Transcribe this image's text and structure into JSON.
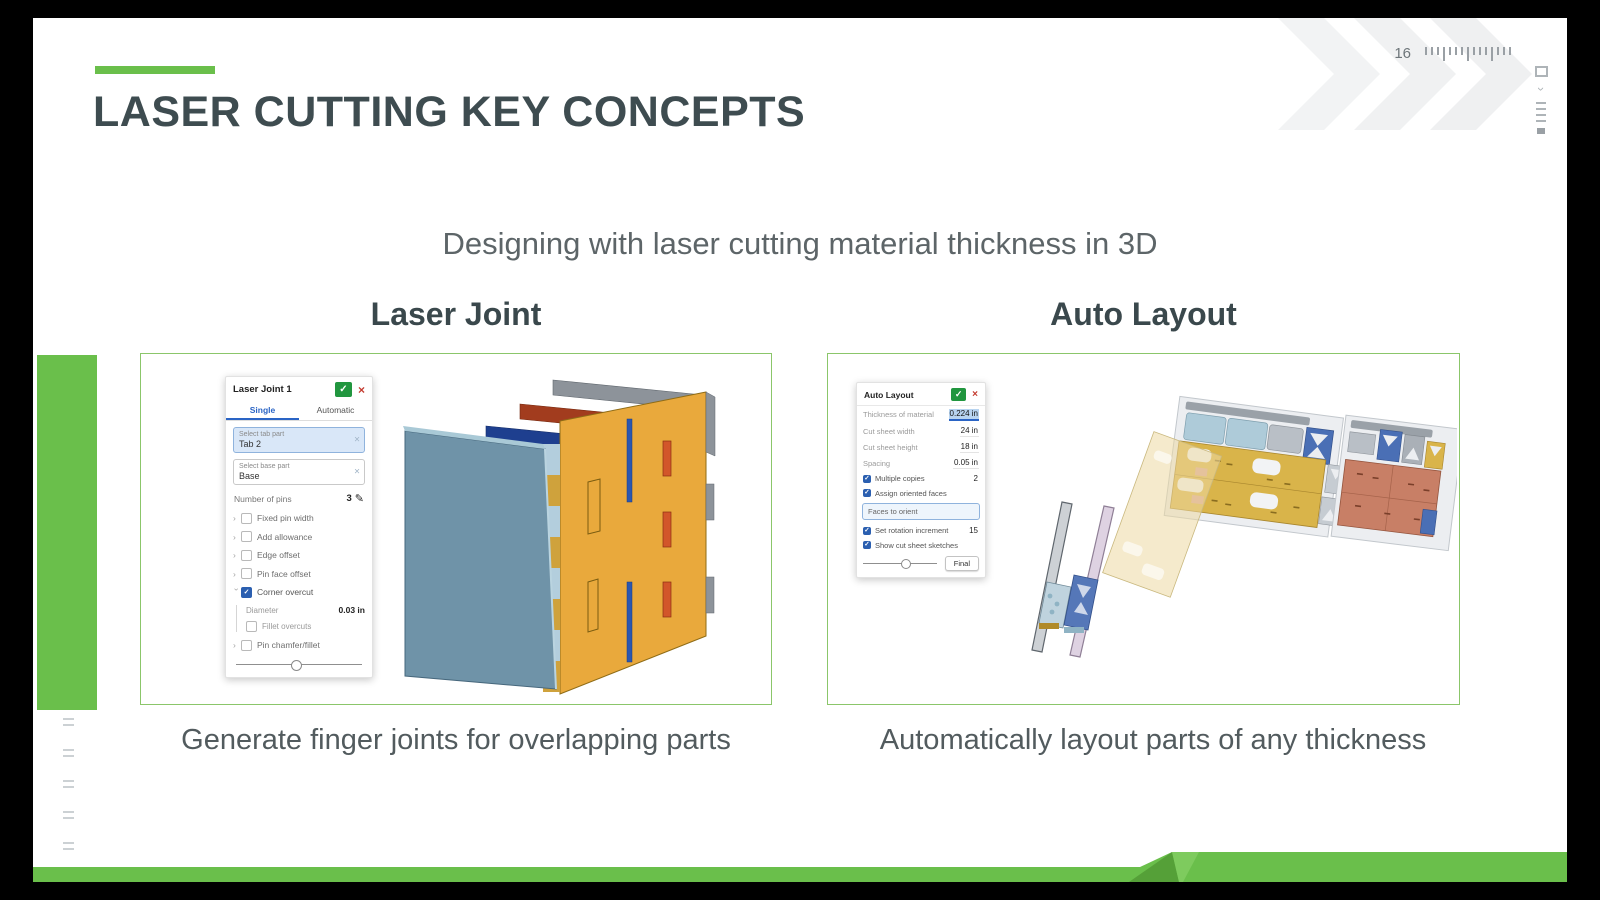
{
  "slide": {
    "page_number": "16",
    "title": "LASER CUTTING KEY CONCEPTS",
    "subtitle": "Designing with laser cutting material thickness in 3D"
  },
  "colors": {
    "accent_green": "#6abf4b",
    "accent_green_dark": "#55a038",
    "confirm_green": "#21963f",
    "cancel_red": "#c43a2f",
    "dialog_blue": "#2a64c5"
  },
  "icons": {
    "check": "✓",
    "close": "×",
    "clear": "×",
    "chevron_right": "›",
    "pencil": "✎"
  },
  "left_section": {
    "heading": "Laser Joint",
    "caption": "Generate finger joints for overlapping parts",
    "dialog": {
      "title": "Laser Joint 1",
      "tabs": [
        {
          "label": "Single"
        },
        {
          "label": "Automatic"
        }
      ],
      "tab_part": {
        "label": "Select tab part",
        "value": "Tab 2"
      },
      "base_part": {
        "label": "Select base part",
        "value": "Base"
      },
      "pins": {
        "label": "Number of pins",
        "value": "3"
      },
      "options": [
        {
          "label": "Fixed pin width",
          "checked": false
        },
        {
          "label": "Add allowance",
          "checked": false
        },
        {
          "label": "Edge offset",
          "checked": false
        },
        {
          "label": "Pin face offset",
          "checked": false
        },
        {
          "label": "Corner overcut",
          "checked": true
        }
      ],
      "corner_overcut": {
        "diameter_label": "Diameter",
        "diameter_value": "0.03 in",
        "fillet_label": "Fillet overcuts"
      },
      "chamfer_label": "Pin chamfer/fillet"
    }
  },
  "right_section": {
    "heading": "Auto Layout",
    "caption": "Automatically layout parts of any thickness",
    "dialog": {
      "title": "Auto Layout",
      "thickness": {
        "label": "Thickness of material",
        "value": "0.224 in"
      },
      "sheet_width": {
        "label": "Cut sheet width",
        "value": "24 in"
      },
      "sheet_height": {
        "label": "Cut sheet height",
        "value": "18 in"
      },
      "spacing": {
        "label": "Spacing",
        "value": "0.05 in"
      },
      "multiple_copies": {
        "label": "Multiple copies",
        "value": "2",
        "checked": true
      },
      "assign_faces": {
        "label": "Assign oriented faces",
        "checked": true
      },
      "faces_to_orient": {
        "label": "Faces to orient"
      },
      "rotation_increment": {
        "label": "Set rotation increment",
        "value": "15",
        "checked": true
      },
      "show_sketches": {
        "label": "Show cut sheet sketches",
        "checked": true
      },
      "final_button": "Final"
    }
  }
}
